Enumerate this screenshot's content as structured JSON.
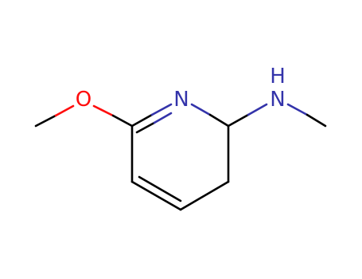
{
  "molecule": {
    "atoms": {
      "oxygen": {
        "label": "O",
        "color": "#ff0d0d"
      },
      "ring_nitrogen": {
        "label": "N",
        "color": "#3333aa"
      },
      "amine_nitrogen": {
        "label": "N",
        "color": "#3333aa"
      },
      "amine_hydrogen": {
        "label": "H",
        "color": "#3333aa"
      }
    },
    "bond_color": "#000000"
  }
}
